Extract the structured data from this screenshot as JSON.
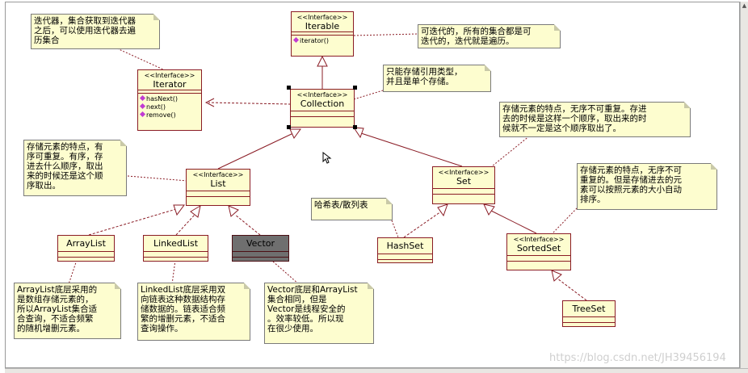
{
  "colors": {
    "class_fill": "#fdfdcf",
    "class_border": "#8a1c25",
    "vector_fill": "#6f6f6f",
    "note_fill": "#fdfdcf",
    "line": "#8a1c25",
    "method_icon": "#c13bd3"
  },
  "classes": {
    "iterable": {
      "stereotype": "<<Interface>>",
      "name": "Iterable",
      "methods": [
        "iterator()"
      ]
    },
    "iterator": {
      "stereotype": "<<Interface>>",
      "name": "Iterator",
      "methods": [
        "hasNext()",
        "next()",
        "remove()"
      ]
    },
    "collection": {
      "stereotype": "<<Interface>>",
      "name": "Collection"
    },
    "list": {
      "stereotype": "<<Interface>>",
      "name": "List"
    },
    "set": {
      "stereotype": "<<Interface>>",
      "name": "Set"
    },
    "sortedset": {
      "stereotype": "<<Interface>>",
      "name": "SortedSet"
    },
    "arraylist": {
      "name": "ArrayList"
    },
    "linkedlist": {
      "name": "LinkedList"
    },
    "vector": {
      "name": "Vector"
    },
    "hashset": {
      "name": "HashSet"
    },
    "treeset": {
      "name": "TreeSet"
    }
  },
  "notes": {
    "iterator": "迭代器，集合获取到迭代器\n之后，可以使用迭代器去遍\n历集合",
    "iterable": "可迭代的，所有的集合都是可\n迭代的，迭代就是遍历。",
    "collection": "只能存储引用类型，\n并且是单个存储。",
    "list": "存储元素的特点，有\n序可重复。有序，存\n进去什么顺序，取出\n来的时候还是这个顺\n序取出。",
    "set": "存储元素的特点，无序不可重复。存进\n去的时候是这样一个顺序，取出来的时\n候就不一定是这个顺序取出了。",
    "sortedset": "存储元素的特点，无序不可\n重复的。但是存储进去的元\n素可以按照元素的大小自动\n排序。",
    "hashset": "哈希表/散列表",
    "arraylist": "ArrayList底层采用的\n是数组存储元素的，\n所以ArrayList集合适\n合查询，不适合频繁\n的随机增删元素。",
    "linkedlist": "LinkedList底层采用双\n向链表这种数据结构存\n储数据的。链表适合频\n繁的增删元素，不适合\n查询操作。",
    "vector": "Vector底层和ArrayList\n集合相同，但是\nVector是线程安全的\n。效率较低。所以现\n在很少使用。"
  },
  "watermark": "https://blog.csdn.net/JH39456194"
}
